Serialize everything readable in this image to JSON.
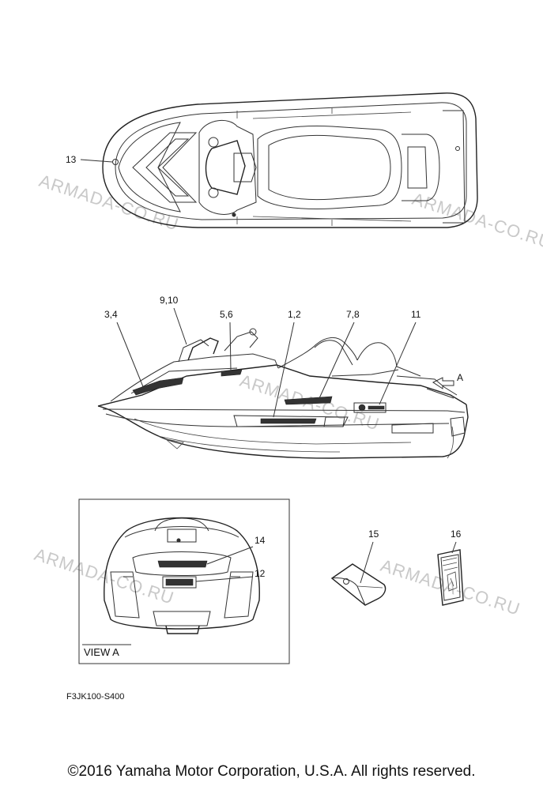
{
  "watermark": "ARMADA-CO.RU",
  "callouts": {
    "c13": "13",
    "c34": "3,4",
    "c910": "9,10",
    "c56": "5,6",
    "c12pair": "1,2",
    "c78": "7,8",
    "c11": "11",
    "cA": "A",
    "c14": "14",
    "c12": "12",
    "c15": "15",
    "c16": "16"
  },
  "view_label": "VIEW A",
  "figure_code": "F3JK100-S400",
  "copyright": "©2016 Yamaha Motor Corporation, U.S.A. All rights reserved."
}
